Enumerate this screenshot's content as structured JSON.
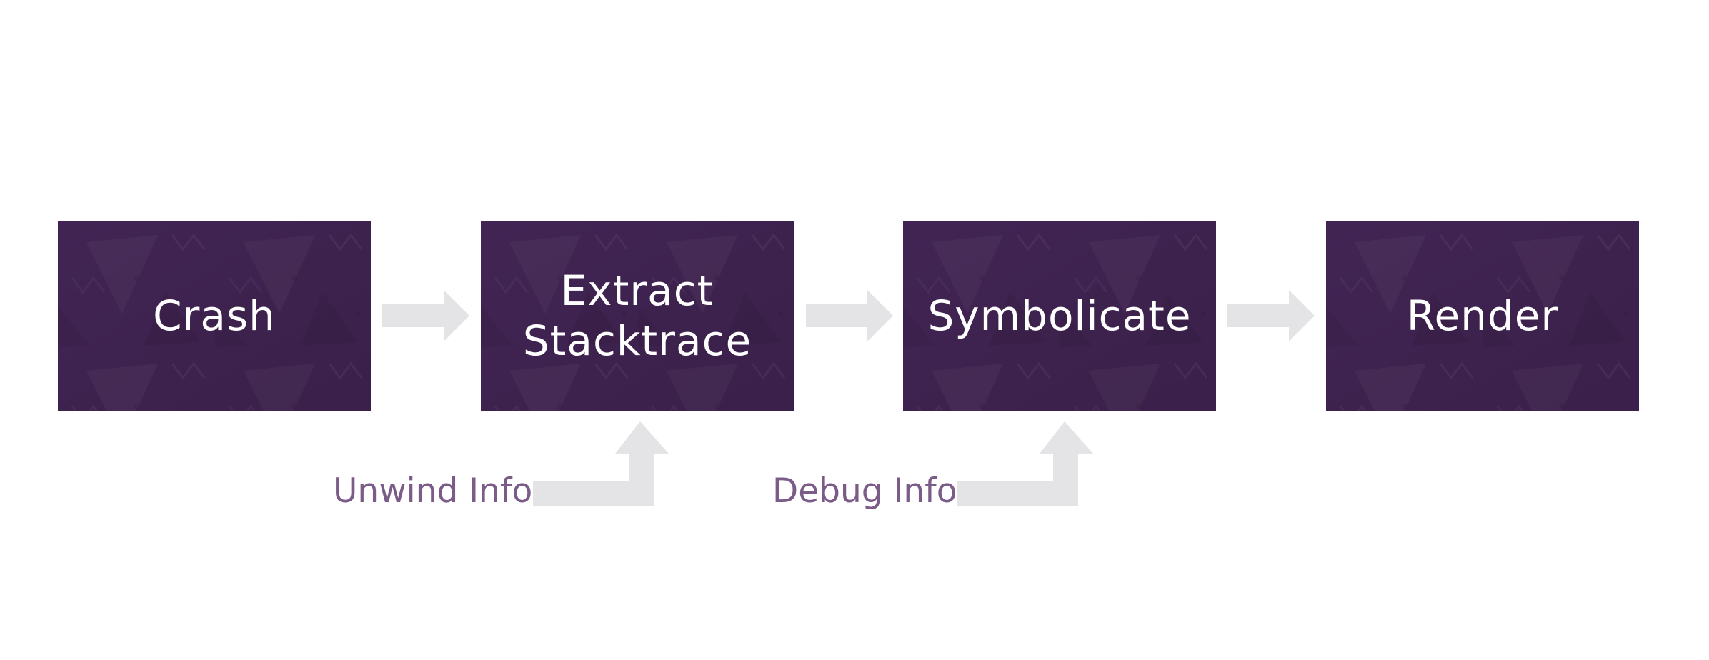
{
  "diagram": {
    "steps": [
      {
        "label": "Crash"
      },
      {
        "label": "Extract\nStacktrace"
      },
      {
        "label": "Symbolicate"
      },
      {
        "label": "Render"
      }
    ],
    "inputs": [
      {
        "label": "Unwind Info"
      },
      {
        "label": "Debug Info"
      }
    ]
  },
  "colors": {
    "box_fill": "#3f2350",
    "box_text": "#ffffff",
    "arrow_fill": "#e4e3e6",
    "input_text": "#7b5b87"
  }
}
